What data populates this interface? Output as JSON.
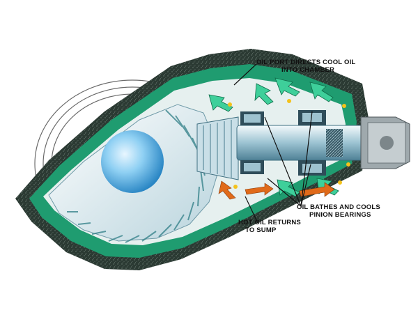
{
  "labels": {
    "oil_port": {
      "line1": "OIL PORT DIRECTS COOL OIL",
      "line2": "INTO CHAMBER"
    },
    "pinion_bearings": {
      "line1": "OIL BATHES AND COOLS",
      "line2": "PINION BEARINGS"
    },
    "hot_oil": {
      "line1": "HOT OIL RETURNS",
      "line2": "TO SUMP"
    }
  },
  "colors": {
    "housing_dark": "#2c3a33",
    "oil_green": "#1f9c70",
    "steel_light": "#d8e6ec",
    "hot_oil_arrow": "#e06a1a",
    "ring_gear_ball": "#5fb3e0"
  }
}
